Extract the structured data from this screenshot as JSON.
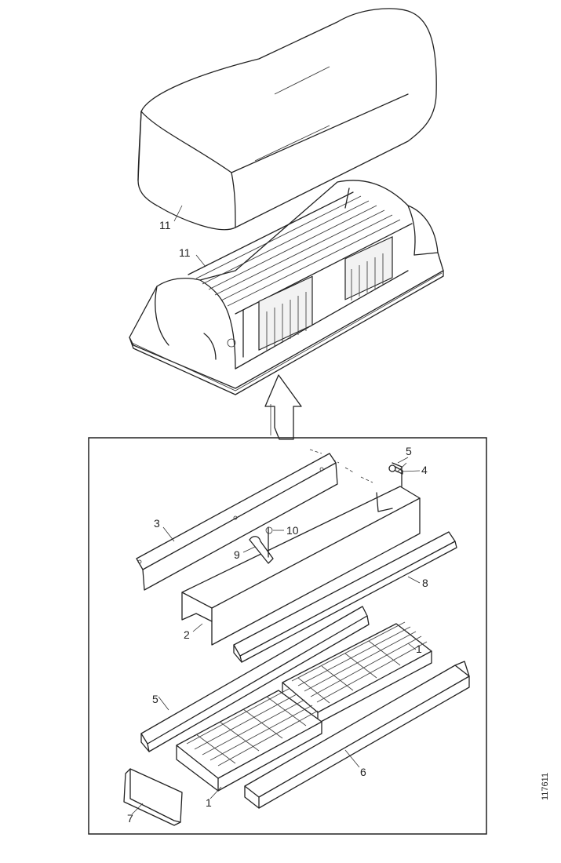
{
  "labels": {
    "cover_top": "11",
    "cover_bottom": "11",
    "part_1a": "1",
    "part_1b": "1",
    "part_2": "2",
    "part_3": "3",
    "part_4": "4",
    "part_5a": "5",
    "part_5b": "5",
    "part_6": "6",
    "part_7": "7",
    "part_8": "8",
    "part_9": "9",
    "part_10": "10"
  },
  "figure_ref": "117611"
}
